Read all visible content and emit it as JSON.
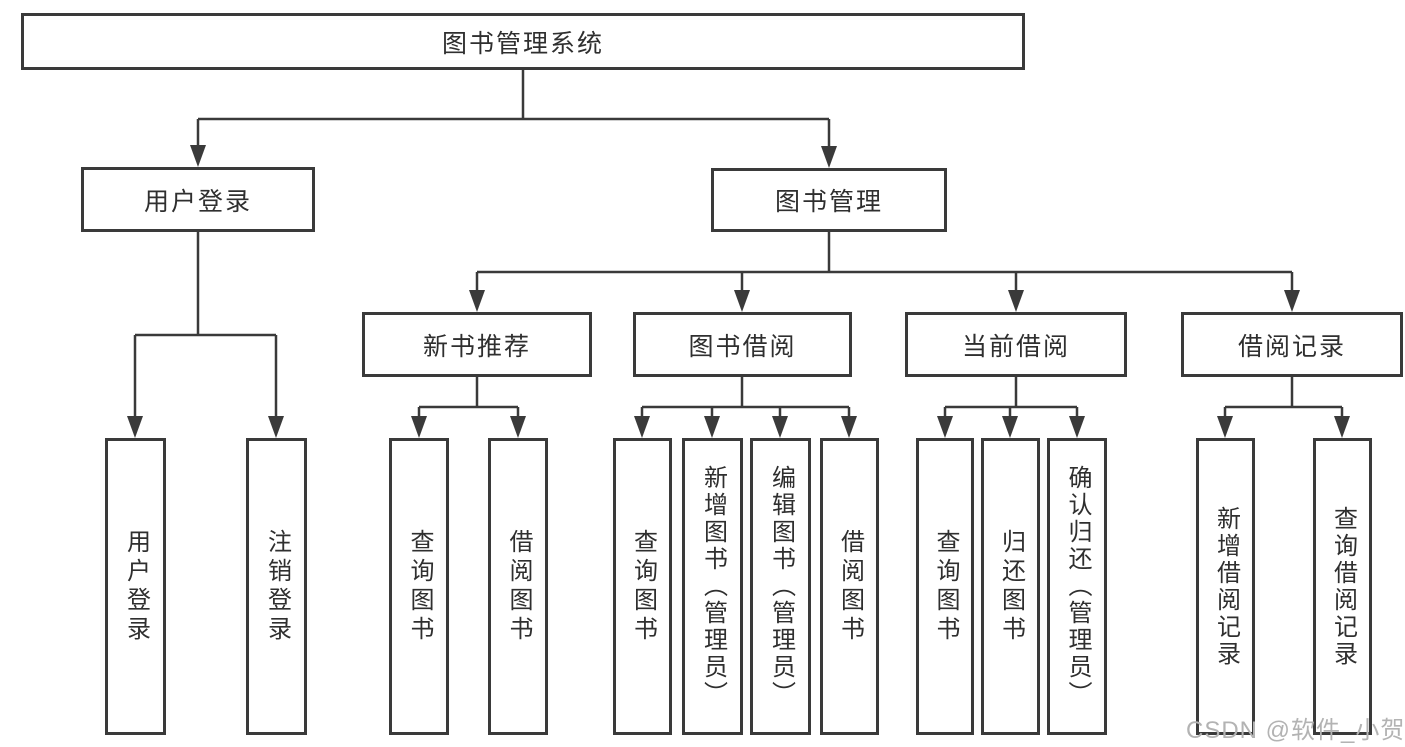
{
  "diagram": {
    "root": {
      "label": "图书管理系统"
    },
    "level2": [
      {
        "label": "用户登录"
      },
      {
        "label": "图书管理"
      }
    ],
    "level3": [
      {
        "label": "新书推荐",
        "parent": "图书管理"
      },
      {
        "label": "图书借阅",
        "parent": "图书管理"
      },
      {
        "label": "当前借阅",
        "parent": "图书管理"
      },
      {
        "label": "借阅记录",
        "parent": "图书管理"
      }
    ],
    "leaves": [
      {
        "label": "用户登录",
        "parent": "用户登录"
      },
      {
        "label": "注销登录",
        "parent": "用户登录"
      },
      {
        "label": "查询图书",
        "parent": "新书推荐"
      },
      {
        "label": "借阅图书",
        "parent": "新书推荐"
      },
      {
        "label": "查询图书",
        "parent": "图书借阅"
      },
      {
        "label": "新增图书（管理员）",
        "parent": "图书借阅"
      },
      {
        "label": "编辑图书（管理员）",
        "parent": "图书借阅"
      },
      {
        "label": "借阅图书",
        "parent": "图书借阅"
      },
      {
        "label": "查询图书",
        "parent": "当前借阅"
      },
      {
        "label": "归还图书",
        "parent": "当前借阅"
      },
      {
        "label": "确认归还（管理员）",
        "parent": "当前借阅"
      },
      {
        "label": "新增借阅记录",
        "parent": "借阅记录"
      },
      {
        "label": "查询借阅记录",
        "parent": "借阅记录"
      }
    ]
  },
  "watermark": {
    "text": "CSDN @软件_小贺同学"
  },
  "colors": {
    "line": "#3a3a3a",
    "text": "#2f2f2f",
    "watermark": "#b3b3b3",
    "background": "#ffffff"
  }
}
